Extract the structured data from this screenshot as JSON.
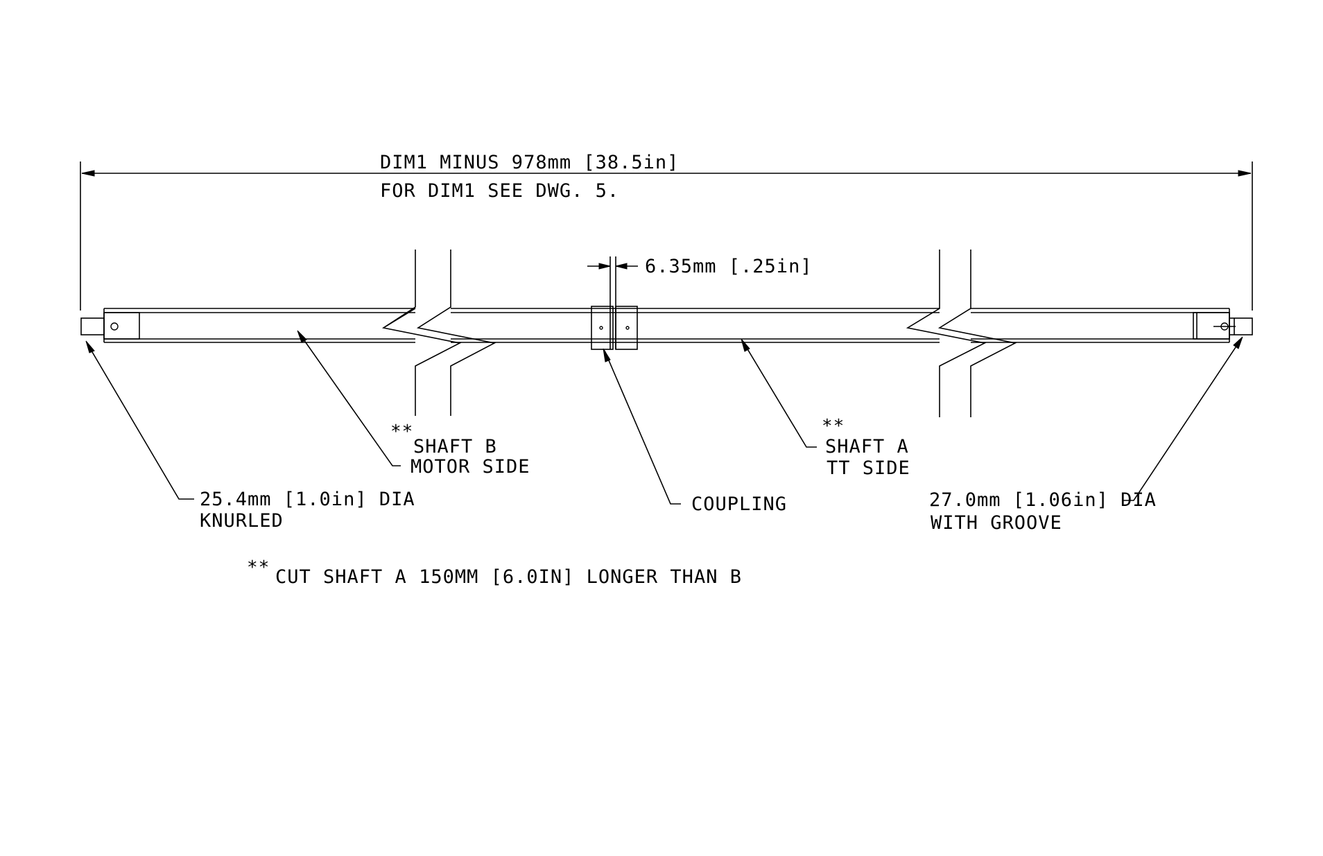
{
  "overall_dimension": {
    "line1": "DIM1 MINUS 978mm [38.5in]",
    "line2": "FOR DIM1 SEE DWG. 5."
  },
  "gap_dimension": "6.35mm [.25in]",
  "labels": {
    "shaft_b": {
      "marker": "**",
      "name": "SHAFT ",
      "letter": "B",
      "side": "MOTOR SIDE"
    },
    "shaft_a": {
      "marker": "**",
      "name": "SHAFT ",
      "letter": "A",
      "side": "TT SIDE"
    },
    "knurled_end": {
      "line1": "25.4mm [1.0in] DIA",
      "line2": "KNURLED"
    },
    "coupling": "COUPLING",
    "groove_end": {
      "line1": "27.0mm [1.06in] DIA",
      "line2": "WITH GROOVE"
    }
  },
  "note": {
    "marker": "**",
    "text": "CUT SHAFT   A 150MM [6.0IN] LONGER THAN B"
  }
}
